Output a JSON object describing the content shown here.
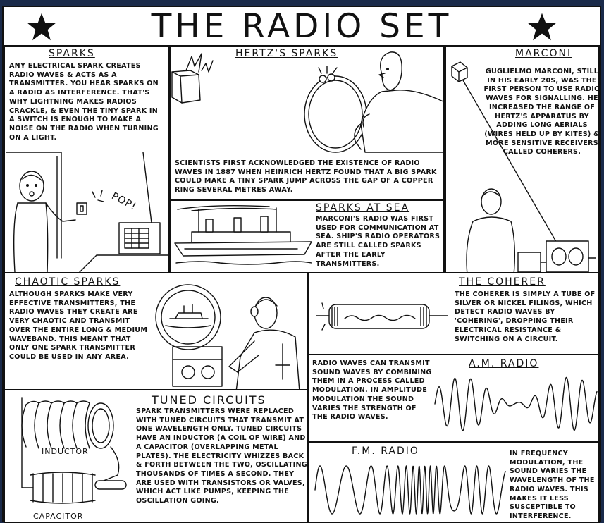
{
  "header": {
    "title": "THE RADIO SET"
  },
  "sparks": {
    "title": "SPARKS",
    "text": "Any electrical spark creates radio waves & acts as a transmitter. You hear sparks on a radio as interference. That's why lightning makes radios crackle, & even the tiny spark in a switch is enough to make a noise on the radio when turning on a light.",
    "sound": "POP!"
  },
  "hertz": {
    "title": "HERTZ'S SPARKS",
    "text": "Scientists first acknowledged the existence of radio waves in 1887 when Heinrich Hertz found that a big spark could make a tiny spark jump across the gap of a copper ring several metres away."
  },
  "marconi": {
    "title": "MARCONI",
    "text": "Guglielmo Marconi, still in his early 20s, was the first person to use radio waves for signalling. He increased the range of Hertz's apparatus by adding long aerials (wires held up by kites) & more sensitive receivers called coherers."
  },
  "sea": {
    "title": "SPARKS AT SEA",
    "text": "Marconi's radio was first used for communication at sea. Ship's radio operators are still called sparks after the early transmitters."
  },
  "chaotic": {
    "title": "CHAOTIC SPARKS",
    "text": "Although sparks make very effective transmitters, the radio waves they create are very chaotic and transmit over the entire long & medium waveband. This meant that only one spark transmitter could be used in any area."
  },
  "coherer": {
    "title": "THE COHERER",
    "text": "The coherer is simply a tube of silver or nickel filings, which detect radio waves by 'cohering', dropping their electrical resistance & switching on a circuit."
  },
  "am": {
    "title": "A.M. RADIO",
    "text": "Radio waves can transmit sound waves by combining them in a process called modulation. In amplitude modulation the sound varies the strength of the radio waves."
  },
  "tuned": {
    "title": "TUNED CIRCUITS",
    "text": "Spark transmitters were replaced with tuned circuits that transmit at one wavelength only. Tuned circuits have an inductor (a coil of wire) and a capacitor (overlapping metal plates). The electricity whizzes back & forth between the two, oscillating thousands of times a second. They are used with transistors or valves, which act like pumps, keeping the oscillation going.",
    "inductor_label": "INDUCTOR",
    "capacitor_label": "CAPACITOR"
  },
  "fm": {
    "title": "F.M. RADIO",
    "text": "In frequency modulation, the sound varies the wavelength of the radio waves. This makes it less susceptible to interference."
  }
}
